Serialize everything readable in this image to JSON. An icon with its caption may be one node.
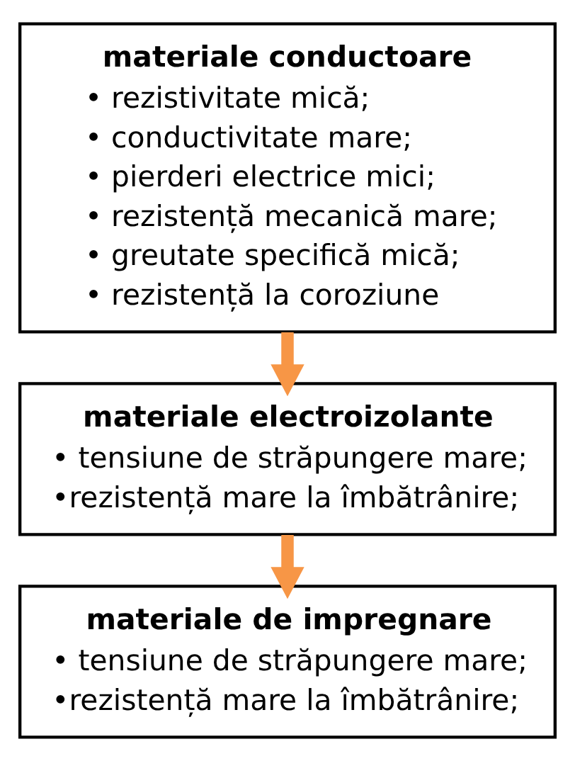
{
  "diagram": {
    "nodes": [
      {
        "text": [
          "materiale conductoare",
          "• rezistivitate mică;",
          "• conductivitate mare;",
          "• pierderi electrice mici;",
          "• rezistență mecanică mare;",
          "• greutate specifică mică;",
          "• rezistență la coroziune"
        ]
      },
      {
        "text": [
          "materiale electroizolante",
          "• tensiune de străpungere mare;",
          "•rezistență mare la îmbătrânire;"
        ]
      },
      {
        "text": [
          "materiale de impregnare",
          "• tensiune de străpungere mare;",
          "•rezistență mare la îmbătrânire;"
        ]
      }
    ],
    "edges": [
      {
        "from": 0,
        "to": 1,
        "arrow": "to"
      },
      {
        "from": 1,
        "to": 2,
        "arrow": "to"
      }
    ]
  }
}
